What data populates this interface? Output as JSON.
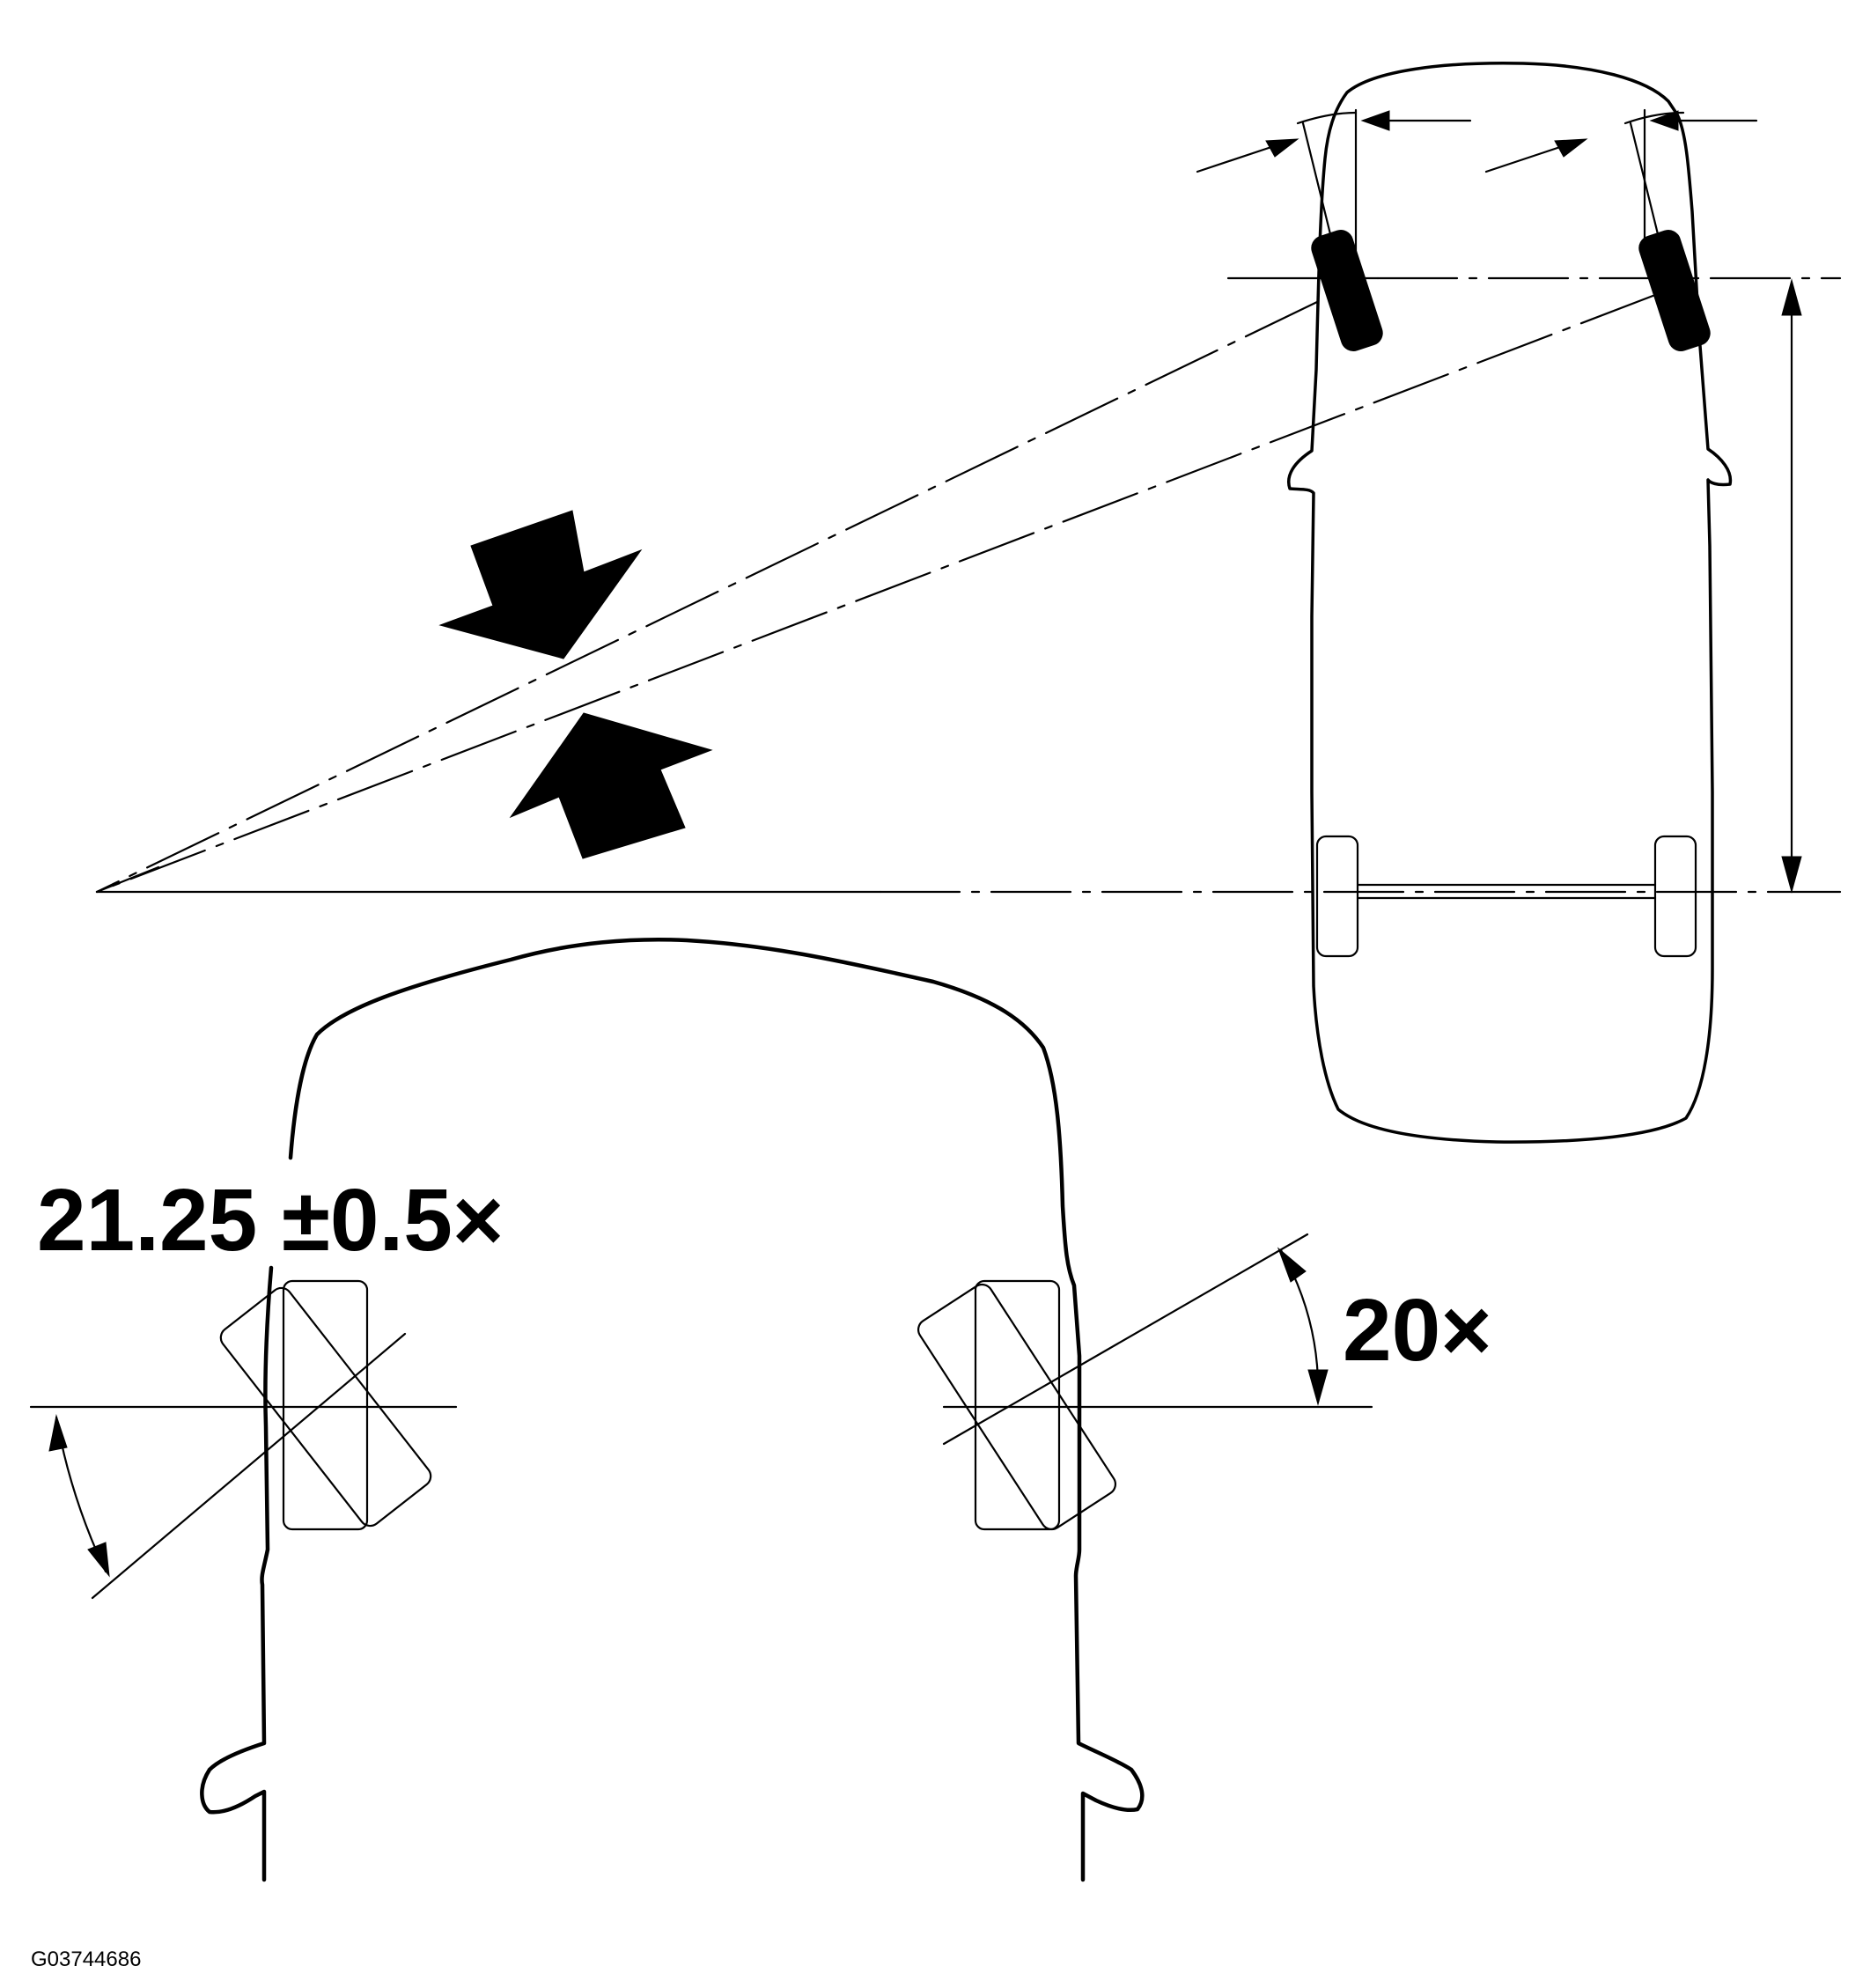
{
  "figure": {
    "angle_outer_label": "21.25 ±0.5×",
    "angle_inner_label": "20×",
    "figure_code": "G03744686"
  },
  "colors": {
    "ink": "#000000",
    "paper": "#ffffff"
  }
}
